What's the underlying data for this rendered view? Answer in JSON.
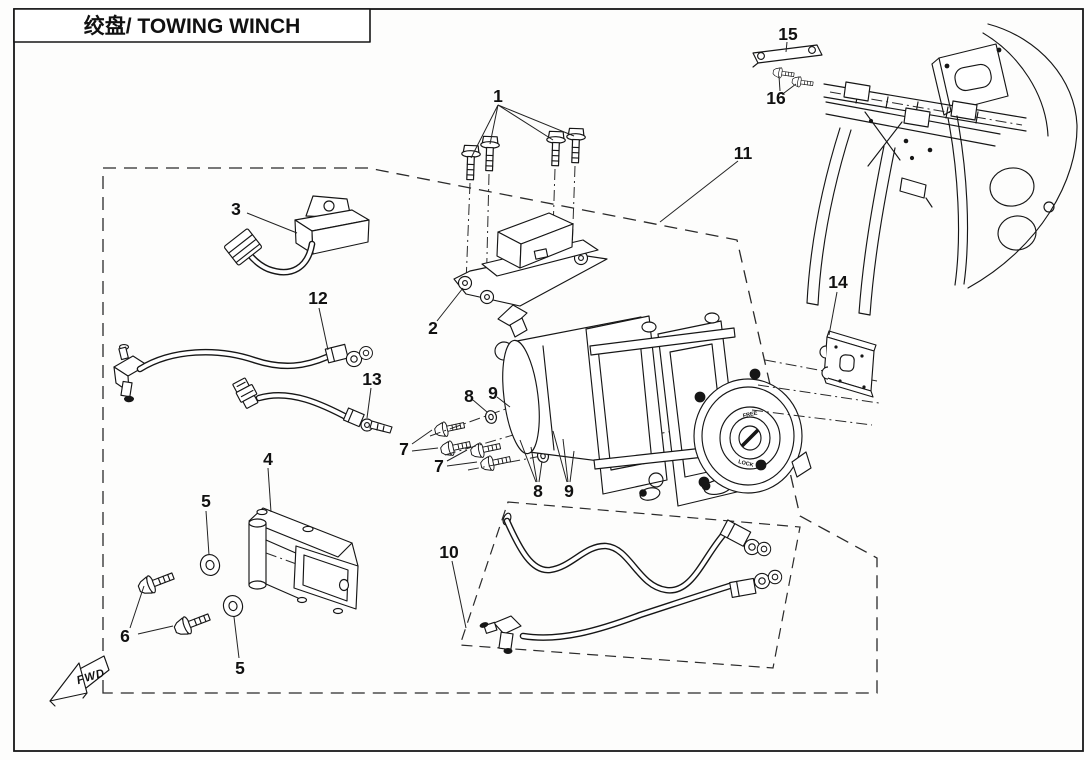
{
  "page": {
    "title": "绞盘/ TOWING WINCH",
    "fwd": "FWD"
  },
  "dial": {
    "free": "FREE",
    "lock": "LOCK"
  },
  "callouts": {
    "c1": "1",
    "c2": "2",
    "c3": "3",
    "c4": "4",
    "c5": "5",
    "c6": "6",
    "c7": "7",
    "c8": "8",
    "c9": "9",
    "c10": "10",
    "c11": "11",
    "c12": "12",
    "c13": "13",
    "c14": "14",
    "c15": "15",
    "c16": "16"
  }
}
